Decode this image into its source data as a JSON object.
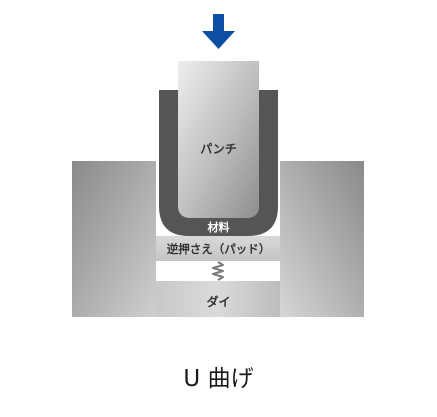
{
  "diagram": {
    "labels": {
      "punch": "パンチ",
      "material": "材料",
      "counter_pressure_pad": "逆押さえ（パッド）",
      "die": "ダイ"
    },
    "caption": "U 曲げ",
    "colors": {
      "arrow": "#0b4ea2",
      "material": "#555555",
      "die_light": "#d6d6d6",
      "die_dark": "#8c8c8c",
      "punch_light": "#ececec",
      "punch_dark": "#9a9a9a"
    }
  }
}
